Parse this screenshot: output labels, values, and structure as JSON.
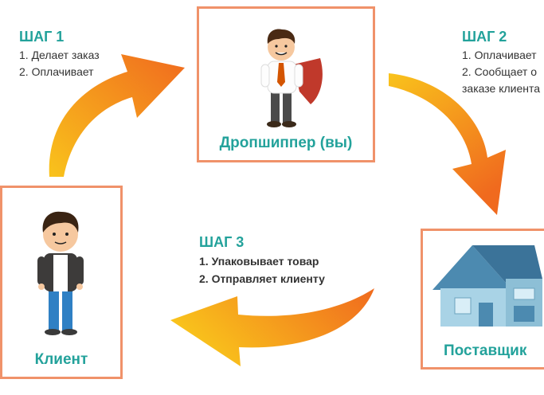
{
  "nodes": {
    "dropshipper": {
      "label": "Дропшиппер (вы)"
    },
    "client": {
      "label": "Клиент"
    },
    "supplier": {
      "label": "Поставщик"
    }
  },
  "steps": [
    {
      "title": "ШАГ 1",
      "lines": [
        "1. Делает заказ",
        "2. Оплачивает"
      ]
    },
    {
      "title": "ШАГ 2",
      "lines": [
        "1. Оплачивает",
        "2. Сообщает о",
        "заказе клиента"
      ]
    },
    {
      "title": "ШАГ 3",
      "lines": [
        "1. Упаковывает товар",
        "2. Отправляет клиенту"
      ]
    }
  ],
  "colors": {
    "border": "#f0926a",
    "label": "#23a29b",
    "arrow_start": "#f9c31c",
    "arrow_end": "#f06a1e"
  }
}
